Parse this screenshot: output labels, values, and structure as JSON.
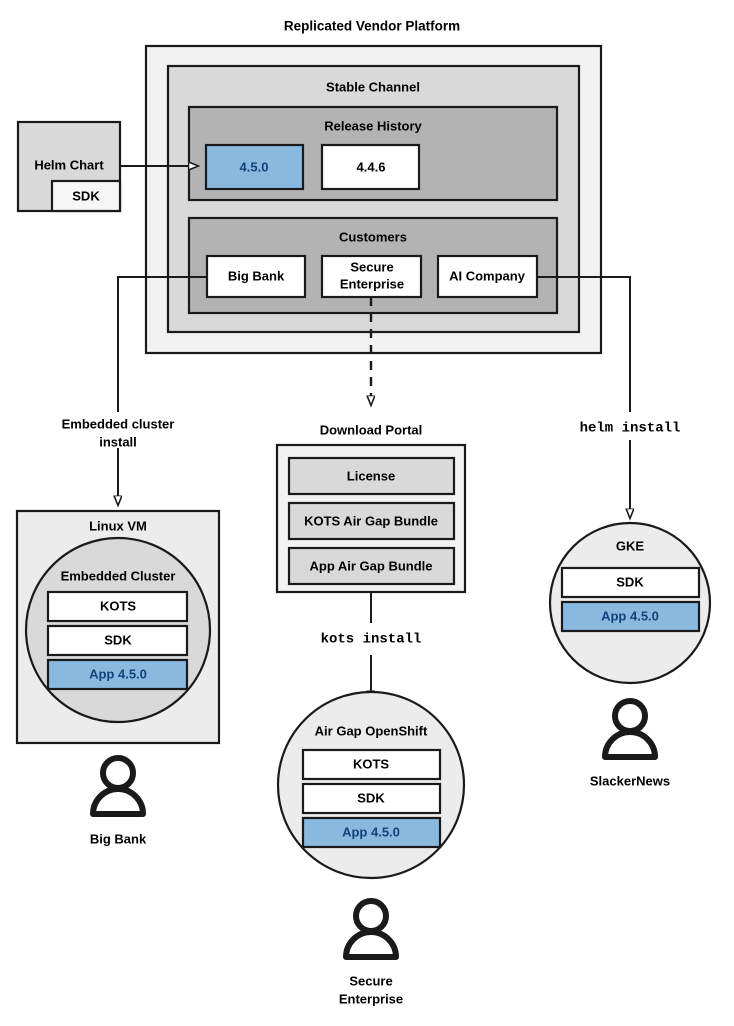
{
  "diagram": {
    "title": "Replicated Vendor Platform",
    "colors": {
      "platform_bg": "#f2f2f2",
      "channel_bg": "#d9d9d9",
      "section_bg": "#b3b3b3",
      "box_white": "#ffffff",
      "box_grey": "#d9d9d9",
      "accent_blue_fill": "#8ab9e0",
      "accent_blue_border": "#2a6ca8",
      "accent_blue_text": "#10437a",
      "stroke": "#1a1a1a"
    }
  },
  "platform": {
    "title": "Replicated Vendor Platform",
    "channel": {
      "title": "Stable Channel",
      "release_history": {
        "title": "Release History",
        "releases": [
          {
            "version": "4.5.0",
            "highlighted": true
          },
          {
            "version": "4.4.6",
            "highlighted": false
          }
        ]
      },
      "customers": {
        "title": "Customers",
        "items": [
          {
            "name": "Big Bank"
          },
          {
            "name_line1": "Secure",
            "name_line2": "Enterprise"
          },
          {
            "name": "AI Company"
          }
        ]
      }
    }
  },
  "helm_chart": {
    "title": "Helm Chart",
    "sdk_label": "SDK"
  },
  "flows": {
    "embedded_install_line1": "Embedded cluster",
    "embedded_install_line2": "install",
    "kots_install": "kots install",
    "helm_install": "helm install"
  },
  "download_portal": {
    "title": "Download Portal",
    "artifacts": [
      {
        "label": "License"
      },
      {
        "label": "KOTS Air Gap Bundle"
      },
      {
        "label": "App Air Gap Bundle"
      }
    ]
  },
  "targets": [
    {
      "id": "linux-vm",
      "title": "Linux VM",
      "cluster_title": "Embedded Cluster",
      "components": [
        {
          "label": "KOTS",
          "highlighted": false
        },
        {
          "label": "SDK",
          "highlighted": false
        },
        {
          "label": "App 4.5.0",
          "highlighted": true
        }
      ],
      "customer": "Big Bank"
    },
    {
      "id": "air-gap-openshift",
      "title": "Air Gap OpenShift",
      "components": [
        {
          "label": "KOTS",
          "highlighted": false
        },
        {
          "label": "SDK",
          "highlighted": false
        },
        {
          "label": "App 4.5.0",
          "highlighted": true
        }
      ],
      "customer_line1": "Secure",
      "customer_line2": "Enterprise"
    },
    {
      "id": "gke",
      "title": "GKE",
      "components": [
        {
          "label": "SDK",
          "highlighted": false
        },
        {
          "label": "App 4.5.0",
          "highlighted": true
        }
      ],
      "customer": "SlackerNews"
    }
  ]
}
